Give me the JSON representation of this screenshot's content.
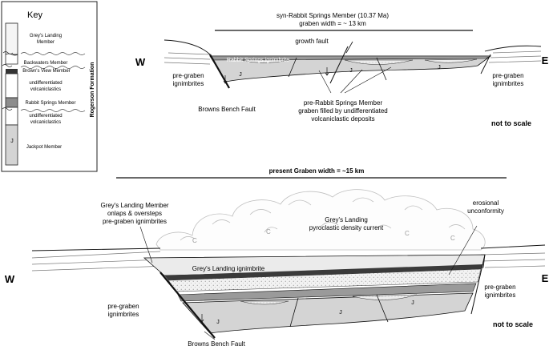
{
  "key": {
    "title": "Key",
    "formation": "Rogerson Formation",
    "members": {
      "greys_landing": "Grey's Landing\nMember",
      "backwaters": "Backwaters Member",
      "browns_view": "Brown's View Member",
      "undiff_1": "undifferentiated\nvolcaniclastics",
      "rabbit_springs": "Rabbit Springs Member",
      "undiff_2": "undifferentiated\nvolcaniclastics",
      "jackpot": "Jackpot Member",
      "jackpot_symbol": "J"
    }
  },
  "top_panel": {
    "title": "syn-Rabbit Springs Member (10.37 Ma)",
    "subtitle": "graben width = ~ 13 km",
    "west": "W",
    "east": "E",
    "growth_fault": "growth fault",
    "rabbit_springs_ignimbrite": "Rabbit Springs ignimbrite",
    "pre_graben_left": "pre-graben\nignimbrites",
    "pre_graben_right": "pre-graben\nignimbrites",
    "browns_bench_fault": "Browns Bench Fault",
    "graben_fill": "pre-Rabbit Springs Member\ngraben filled by undifferentiated\nvolcaniclastic deposits",
    "scale_note": "not to scale",
    "j_symbol": "J"
  },
  "divider": {
    "label": "present Graben width = ~15 km"
  },
  "bottom_panel": {
    "west": "W",
    "east": "E",
    "onlap_note": "Grey's Landing Member\nonlaps & oversteps\npre-graben ignimbrites",
    "pdc": "Grey's Landing\npyroclastic density current",
    "unconformity": "erosional\nunconformity",
    "greys_landing_ignimbrite": "Grey's Landing ignimbrite",
    "pre_graben_left": "pre-graben\nignimbrites",
    "pre_graben_right": "pre-graben\nignimbrites",
    "browns_bench_fault": "Browns Bench Fault",
    "scale_note": "not to scale",
    "j_symbol": "J"
  },
  "colors": {
    "line": "#111111",
    "jackpot_fill": "#d4d4d4",
    "rabbit_fill": "#9a9a9a",
    "browns_view_fill": "#3a3a3a",
    "greys_landing_fill": "#ebebeb",
    "cloud_stroke": "#bfbfbf"
  }
}
